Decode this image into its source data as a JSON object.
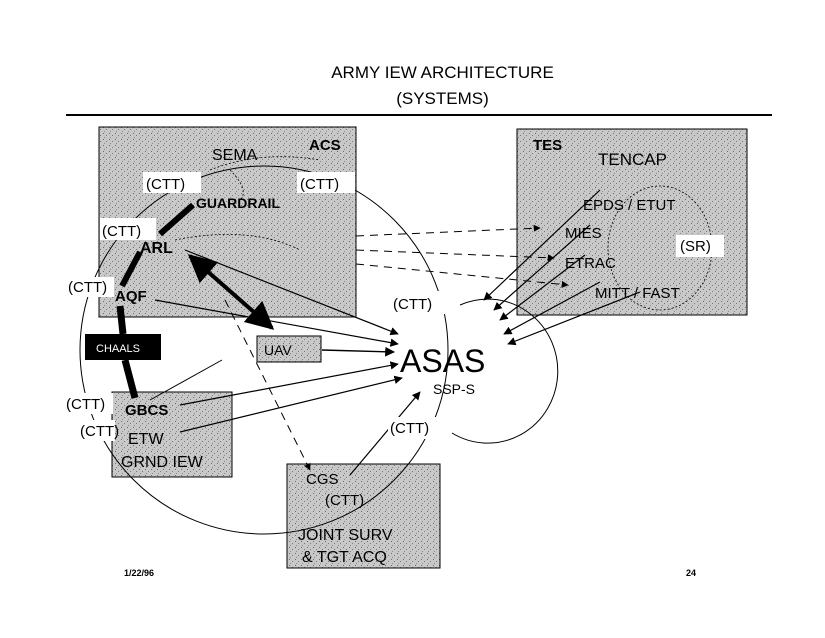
{
  "title": {
    "line1": "ARMY IEW ARCHITECTURE",
    "line2": "(SYSTEMS)"
  },
  "labels": {
    "sema": "SEMA",
    "acs": "ACS",
    "ctt": "(CTT)",
    "guardrail": "GUARDRAIL",
    "arl": "ARL",
    "aqf": "AQF",
    "chaals": "CHAALS",
    "uav": "UAV",
    "asas": "ASAS",
    "ssp_s": "SSP-S",
    "tes": "TES",
    "tencap": "TENCAP",
    "epds_etut": "EPDS / ETUT",
    "mies": "MIES",
    "etrac": "ETRAC",
    "sr": "(SR)",
    "mitt_fast": "MITT / FAST",
    "gbcs": "GBCS",
    "etw": "ETW",
    "grnd_iew": "GRND IEW",
    "cgs": "CGS",
    "joint_surv": "JOINT SURV",
    "tgt_acq": "& TGT ACQ"
  },
  "footer": {
    "date": "1/22/96",
    "page": "24"
  },
  "colors": {
    "panel_fill": "#c4c4c4",
    "chaals_fill": "#000000",
    "chaals_text": "#ffffff"
  }
}
